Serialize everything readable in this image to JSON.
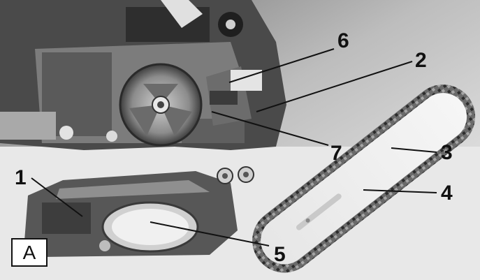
{
  "figure": {
    "panel_label": "A",
    "callouts": [
      {
        "id": "6",
        "label": "6"
      },
      {
        "id": "2",
        "label": "2"
      },
      {
        "id": "7",
        "label": "7"
      },
      {
        "id": "3",
        "label": "3"
      },
      {
        "id": "4",
        "label": "4"
      },
      {
        "id": "1",
        "label": "1"
      },
      {
        "id": "5",
        "label": "5"
      }
    ]
  },
  "colors": {
    "background": "#ffffff",
    "photo_dark": "#3a3a3a",
    "photo_mid": "#8a8a8a",
    "photo_light": "#d9d9d9",
    "label_ink": "#111111"
  }
}
